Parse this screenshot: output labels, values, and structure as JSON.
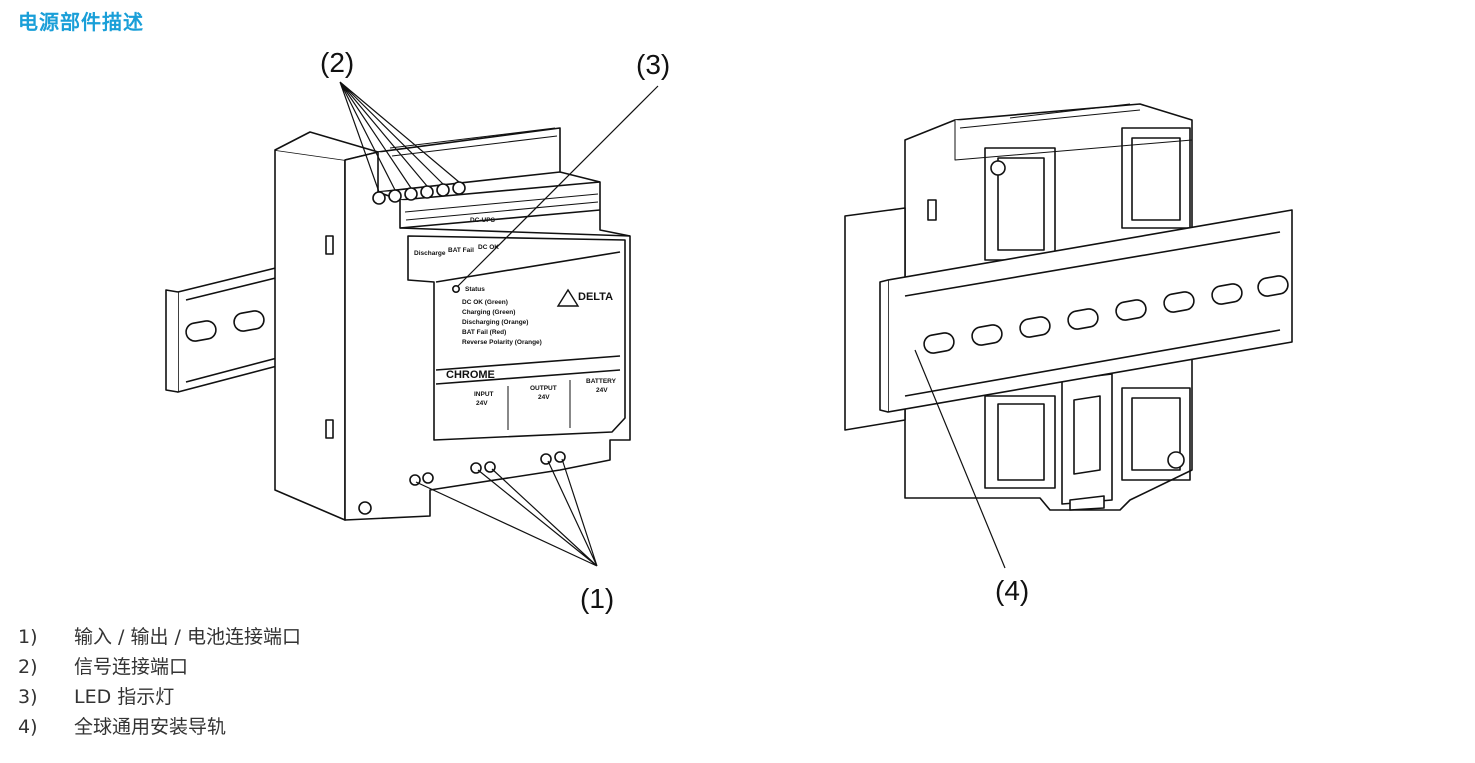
{
  "title": "电源部件描述",
  "callouts": [
    "(1)",
    "(2)",
    "(3)",
    "(4)"
  ],
  "device_labels": {
    "model": "DC-UPS",
    "brand": "DELTA",
    "series": "CHROME",
    "top_terminals": [
      "Discharge",
      "BAT Fail",
      "DC OK"
    ],
    "status": "Status",
    "status_rows": [
      "DC OK (Green)",
      "Charging (Green)",
      "Discharging (Orange)",
      "BAT Fail (Red)",
      "Reverse Polarity (Orange)"
    ],
    "input_label": "INPUT",
    "input_voltage": "24V",
    "output_label": "OUTPUT",
    "output_voltage": "24V",
    "battery_label": "BATTERY",
    "battery_voltage": "24V"
  },
  "legend": [
    {
      "num": "1)",
      "text": "输入 / 输出 / 电池连接端口"
    },
    {
      "num": "2)",
      "text": "信号连接端口"
    },
    {
      "num": "3)",
      "text": "LED 指示灯"
    },
    {
      "num": "4)",
      "text": "全球通用安装导轨"
    }
  ],
  "colors": {
    "title": "#1a9fd8",
    "line": "#111111"
  }
}
